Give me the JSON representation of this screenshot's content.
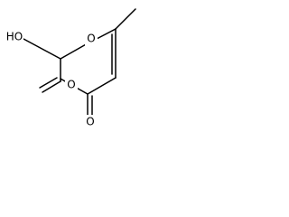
{
  "molecule": {
    "atoms": {
      "hydroxyl": "HO",
      "ring_oxygen_top": "O",
      "ring_oxygen_bottom": "O",
      "carbonyl_oxygen": "O"
    }
  }
}
